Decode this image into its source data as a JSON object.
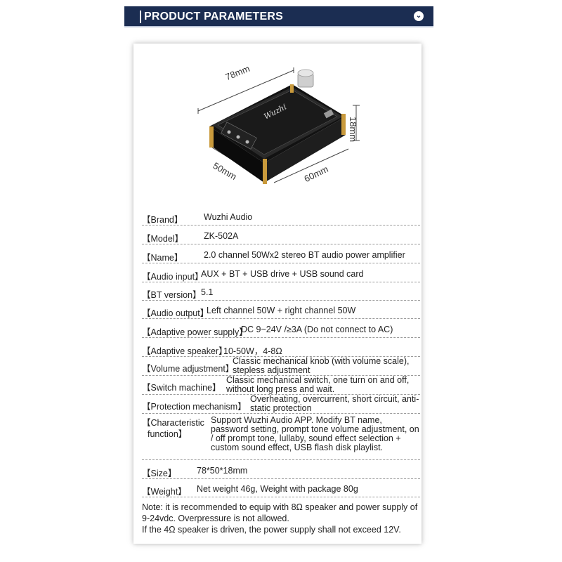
{
  "header": {
    "title": "PRODUCT PARAMETERS",
    "toggle_icon": "chevron-down-icon"
  },
  "dimensions": {
    "length": "78mm",
    "height": "18mm",
    "width": "50mm",
    "depth": "60mm"
  },
  "params": [
    {
      "label": "【Brand】",
      "value": "Wuzhi Audio"
    },
    {
      "label": "【Model】",
      "value": "ZK-502A"
    },
    {
      "label": "【Name】",
      "value": "2.0 channel 50Wx2 stereo BT audio power amplifier"
    },
    {
      "label": "【Audio input】",
      "value": "AUX + BT + USB drive + USB sound card"
    },
    {
      "label": "【BT version】",
      "value": "5.1"
    },
    {
      "label": "【Audio output】",
      "value": "Left channel 50W + right channel 50W"
    },
    {
      "label": "【Adaptive power supply】",
      "value": "DC 9~24V /≥3A (Do not connect to AC)"
    },
    {
      "label": "【Adaptive speaker】",
      "value": "10-50W，4-8Ω"
    },
    {
      "label": "【Volume adjustment】",
      "value": "Classic mechanical knob (with volume scale), stepless adjustment"
    },
    {
      "label": "【Switch machine】",
      "value": "Classic mechanical switch, one turn on and off, without long press and wait."
    },
    {
      "label": "【Protection mechanism】",
      "value": "Overheating, overcurrent, short circuit, anti-static protection"
    },
    {
      "label": "【Characteristic function】",
      "value": "Support Wuzhi Audio APP. Modify BT name, password setting, prompt tone volume adjustment, on / off prompt tone, lullaby, sound effect selection + custom sound effect, USB flash disk playlist."
    },
    {
      "label": "【Size】",
      "value": "78*50*18mm"
    },
    {
      "label": "【Weight】",
      "value": "Net weight 46g, Weight with package  80g"
    }
  ],
  "char_label_lines": [
    "【Characteristic",
    "function】"
  ],
  "notes": [
    "Note: it is recommended to equip with 8Ω speaker and power supply of 9-24vdc. Overpressure is not allowed.",
    "If the 4Ω speaker is driven, the power supply shall not exceed 12V."
  ]
}
